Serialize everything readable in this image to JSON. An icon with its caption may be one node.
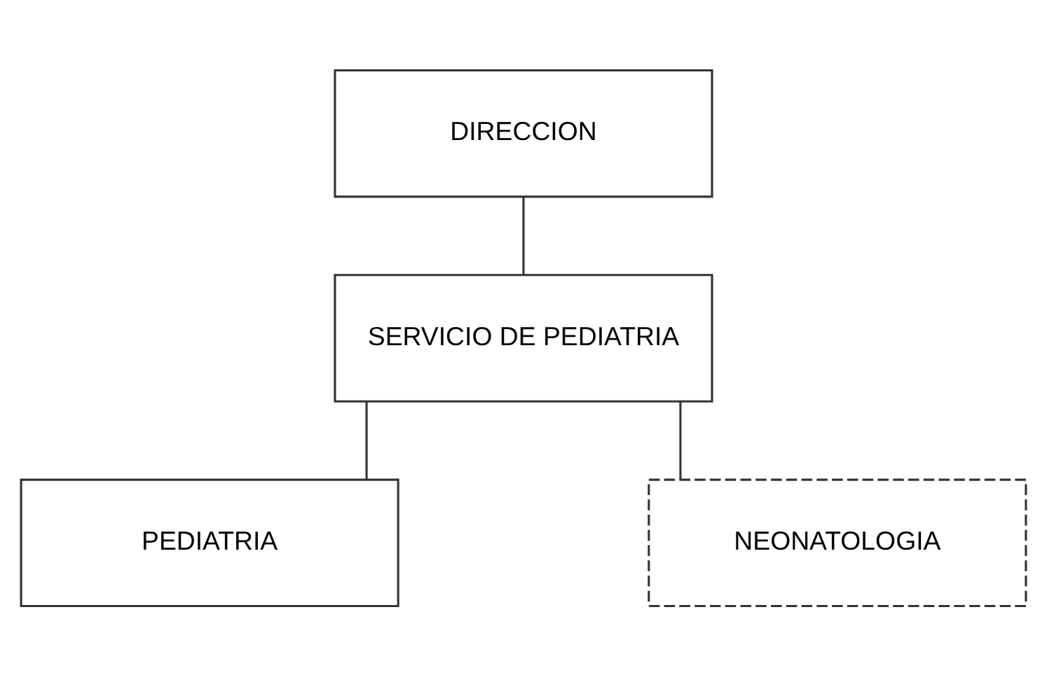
{
  "diagram": {
    "nodes": [
      {
        "text": [
          "DIRECCION"
        ]
      },
      {
        "text": [
          "SERVICIO DE PEDIATRIA"
        ]
      },
      {
        "text": [
          "PEDIATRIA"
        ]
      },
      {
        "text": [
          "NEONATOLOGIA"
        ]
      }
    ],
    "edges": [
      {
        "from": 0,
        "to": 1,
        "arrow": "none"
      },
      {
        "from": 1,
        "to": 2,
        "arrow": "none"
      },
      {
        "from": 1,
        "to": 3,
        "arrow": "none"
      }
    ]
  }
}
